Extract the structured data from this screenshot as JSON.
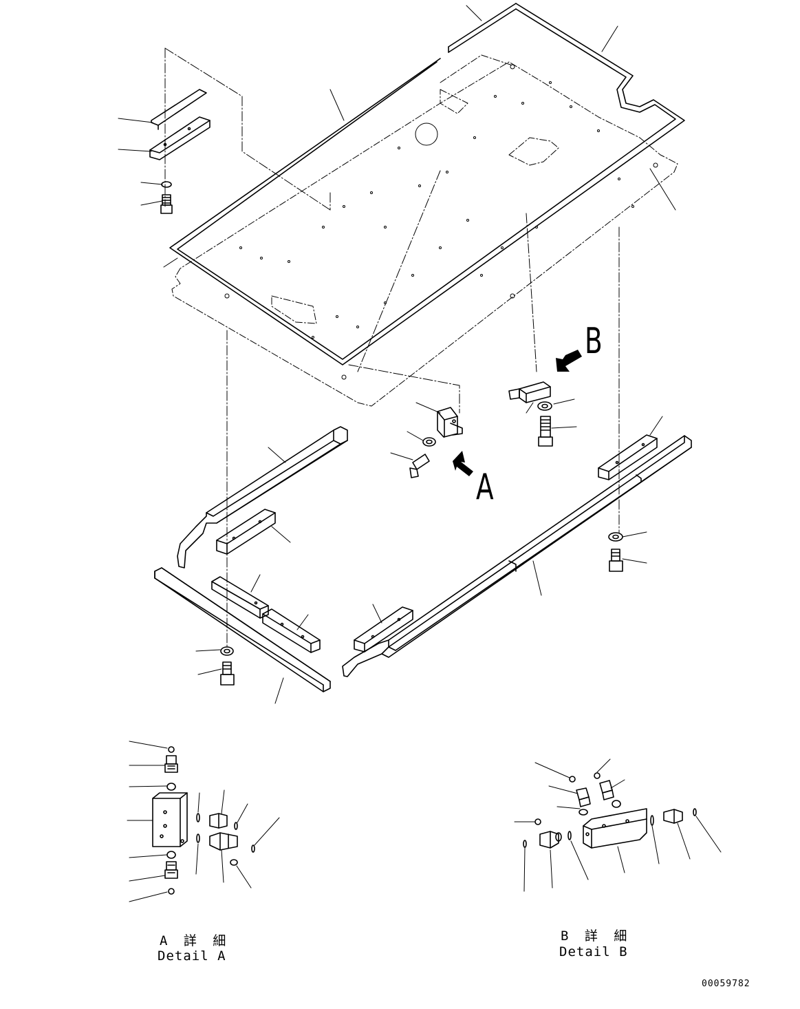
{
  "labels": {
    "arrow_a": "A",
    "arrow_b": "B",
    "detail_a_jp": "A 詳 細",
    "detail_a_en": "Detail A",
    "detail_b_jp": "B 詳 細",
    "detail_b_en": "Detail B",
    "drawing_number": "00059782"
  }
}
